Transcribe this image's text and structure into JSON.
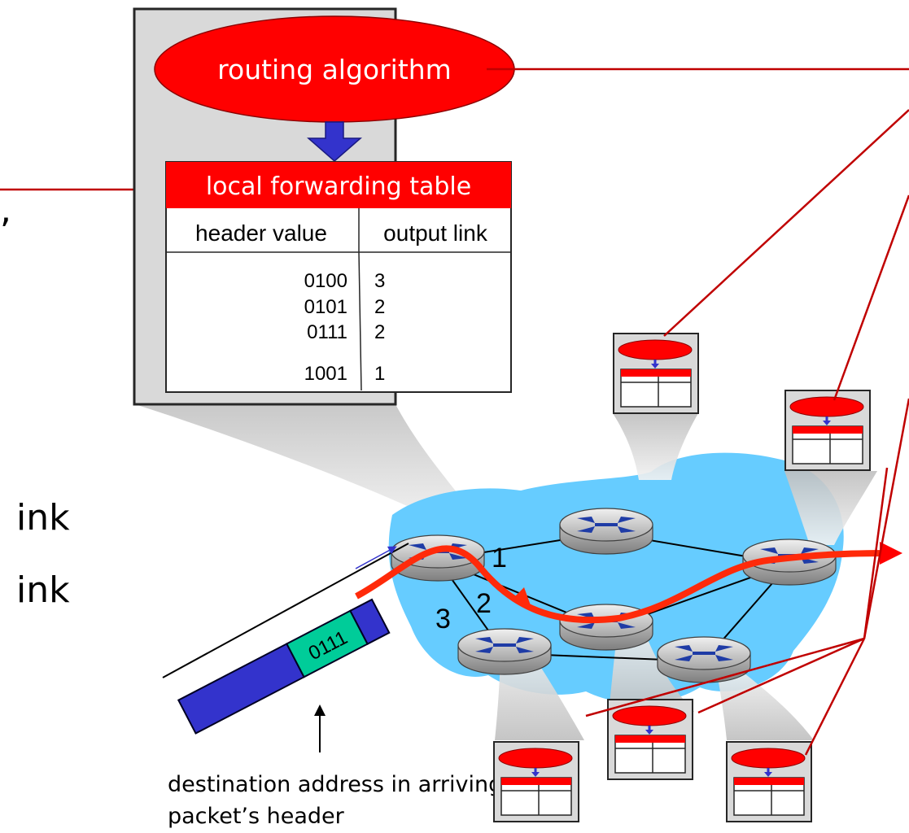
{
  "routing_box": {
    "algorithm_label": "routing algorithm",
    "table_title": "local forwarding table",
    "col_header_value": "header value",
    "col_output_link": "output link",
    "rows": [
      {
        "value": "0100",
        "link": "3"
      },
      {
        "value": "0101",
        "link": "2"
      },
      {
        "value": "0111",
        "link": "2"
      },
      {
        "value": "1001",
        "link": "1"
      }
    ]
  },
  "left_fragments": [
    ",",
    "ink",
    "ink"
  ],
  "port_labels": {
    "p1": "1",
    "p2": "2",
    "p3": "3"
  },
  "packet": {
    "header_value": "0111"
  },
  "caption": {
    "line1": "destination address in arriving",
    "line2": "packet’s header"
  },
  "colors": {
    "routing_red": "#ff0000",
    "link_line": "#c00000",
    "network_cloud": "#66ccff",
    "zoom_gray": "#d9d9d9",
    "packet_blue": "#3333cc",
    "header_green": "#00cc99"
  }
}
